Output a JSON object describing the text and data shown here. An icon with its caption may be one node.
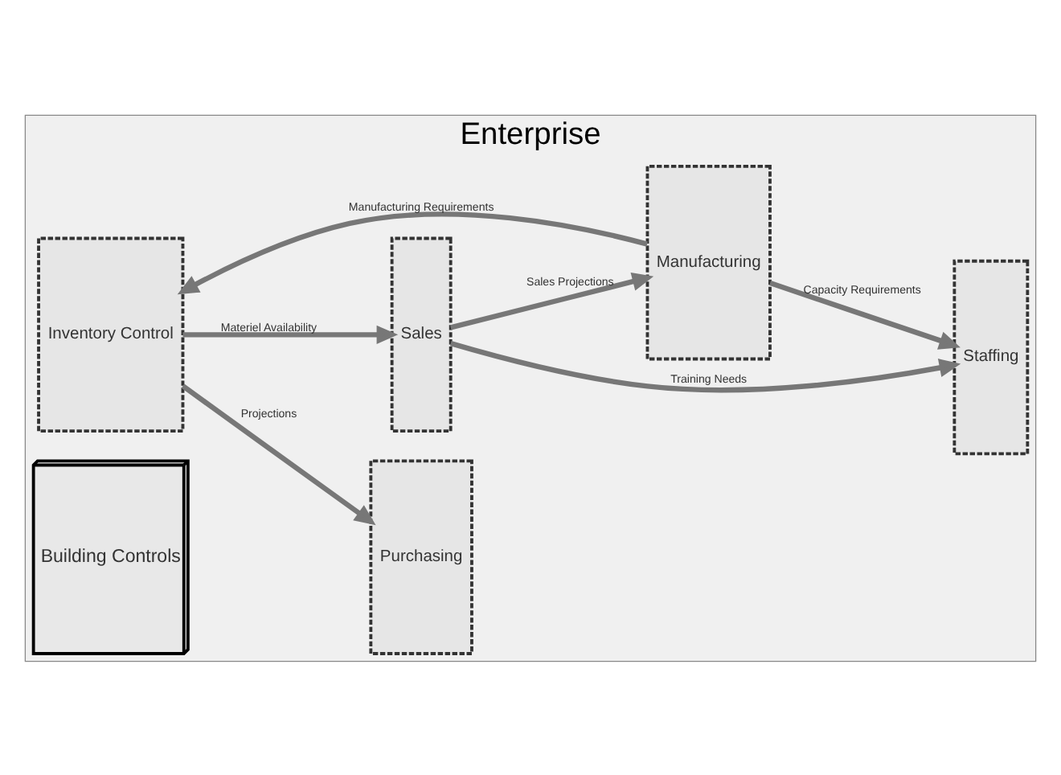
{
  "diagram": {
    "nodes": [
      {
        "text": [
          "Enterprise"
        ]
      },
      {
        "text": [
          "Inventory Control"
        ],
        "in": 0
      },
      {
        "text": [
          "Purchasing"
        ],
        "in": 0
      },
      {
        "text": [
          "Manufacturing"
        ],
        "in": 0
      },
      {
        "text": [
          "Sales"
        ],
        "in": 0
      },
      {
        "text": [
          "Staffing"
        ],
        "in": 0
      },
      {
        "text": [
          "Building Controls"
        ],
        "in": 0
      }
    ],
    "edges": [
      {
        "from": 1,
        "to": 2,
        "arrow": "to",
        "label": "Projections"
      },
      {
        "from": 4,
        "to": 3,
        "arrow": "to",
        "label": "Sales Projections"
      },
      {
        "from": 3,
        "to": 5,
        "arrow": "to",
        "label": "Capacity Requirements"
      },
      {
        "from": 3,
        "to": 1,
        "arrow": "to",
        "label": "Manufacturing Requirements"
      },
      {
        "from": 4,
        "to": 5,
        "arrow": "to",
        "label": "Training Needs"
      },
      {
        "from": 1,
        "to": 4,
        "arrow": "to",
        "label": "Materiel Availability"
      }
    ]
  }
}
